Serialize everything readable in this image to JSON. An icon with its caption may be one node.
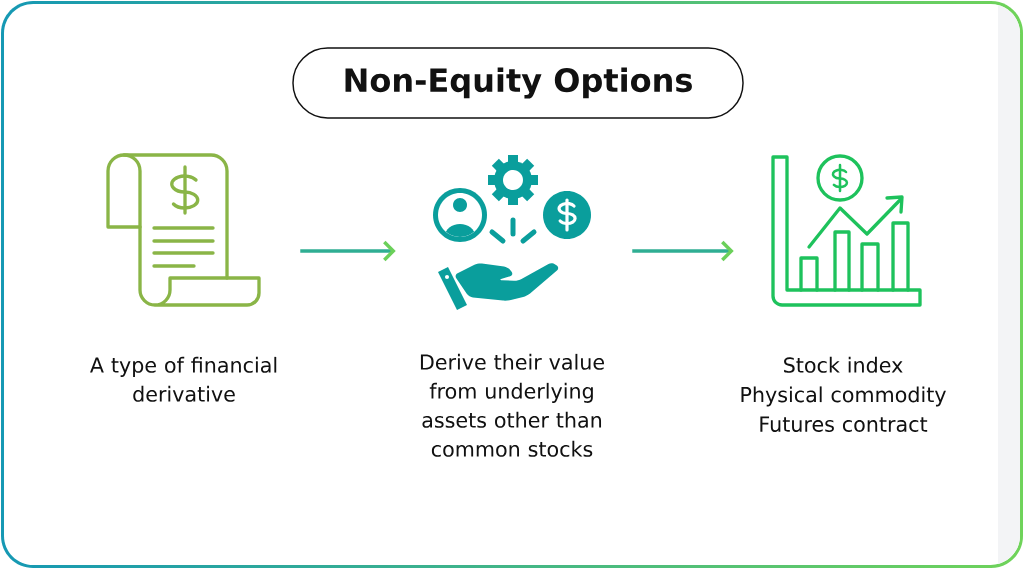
{
  "diagram": {
    "title": "Non-Equity Options",
    "nodes": [
      {
        "text": [],
        "shape": "picture",
        "beside": [
          "A type of financial derivative"
        ]
      },
      {
        "text": [],
        "shape": "picture",
        "beside": [
          "Derive their value from underlying assets other than common stocks"
        ]
      },
      {
        "text": [],
        "shape": "picture",
        "beside": [
          "Stock index",
          "Physical commodity",
          "Futures contract"
        ]
      }
    ],
    "edges": [
      {
        "from": 0,
        "to": 1,
        "arrow": "to"
      },
      {
        "from": 1,
        "to": 2,
        "arrow": "to"
      }
    ]
  }
}
